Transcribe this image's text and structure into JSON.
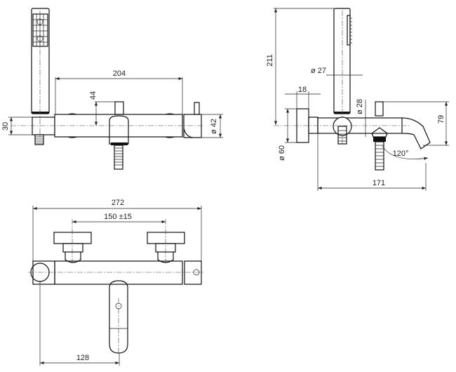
{
  "title": "Thermostatic bath mixer technical drawing",
  "front_view": {
    "width": "204",
    "height_handle": "44",
    "height_block": "30",
    "diameter_body": "ø 42"
  },
  "side_view": {
    "height_total": "211",
    "diameter_handshower": "ø 27",
    "flange_depth": "18",
    "diameter_flange": "ø 60",
    "diameter_pipe": "ø 28",
    "spout_height": "79",
    "spout_reach": "171",
    "spout_angle": "120°"
  },
  "top_view": {
    "total_width": "272",
    "centers": "150 ±15",
    "spout_offset": "128"
  },
  "colors": {
    "line": "#111111",
    "background": "#ffffff"
  }
}
